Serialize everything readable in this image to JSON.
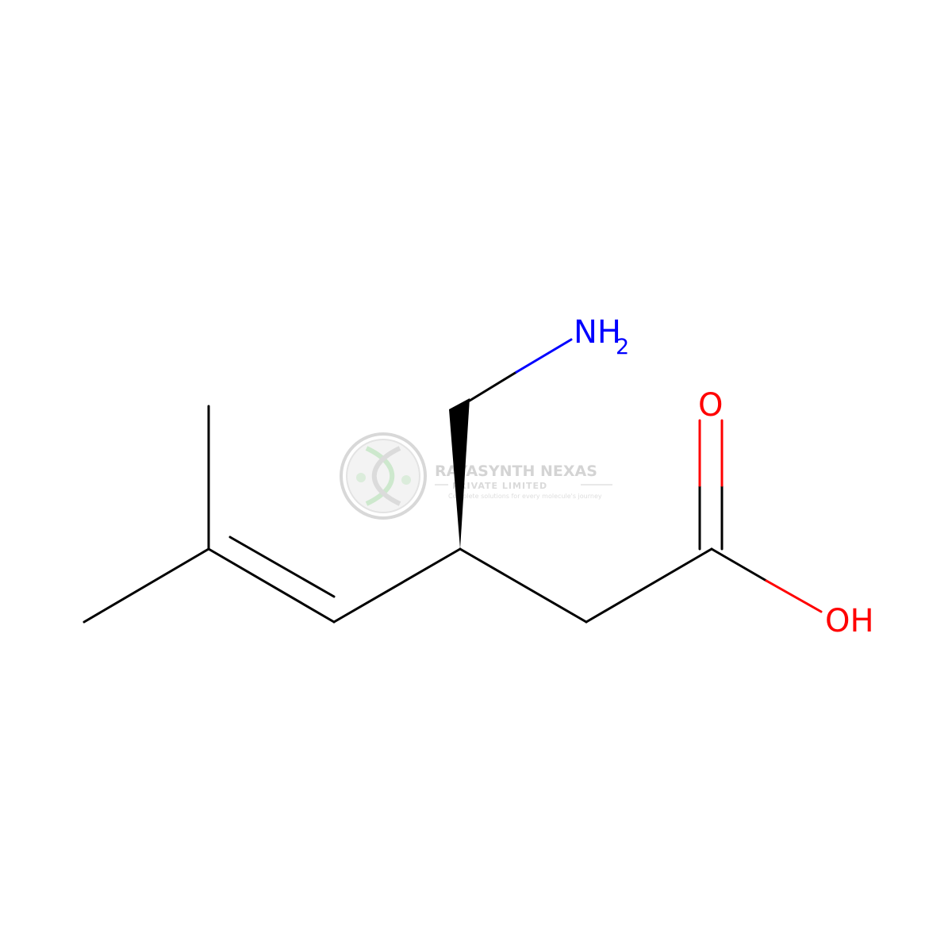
{
  "molecule": {
    "atoms": {
      "amine": {
        "symbol": "NH",
        "subscript": "2",
        "color": "#0000ff"
      },
      "carbonyl_oxygen": {
        "symbol": "O",
        "color": "#ff0000"
      },
      "hydroxyl": {
        "symbol": "OH",
        "color": "#ff0000"
      }
    },
    "bond_color": "#000000"
  },
  "watermark": {
    "company": "RAYASYNTH NEXAS",
    "subtitle": "PRIVATE LIMITED",
    "tagline": "Complete solutions for every molecule's journey",
    "logo_colors": {
      "ring": "#cfcfcf",
      "helix": "#c8e6c8"
    }
  }
}
